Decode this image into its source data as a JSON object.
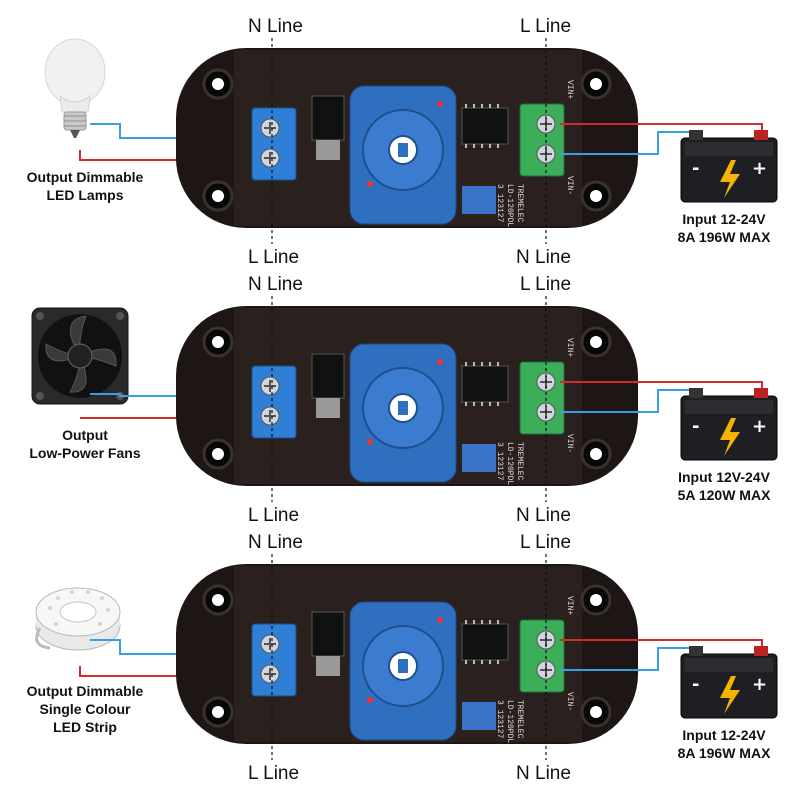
{
  "colors": {
    "case": "#1d1614",
    "pcb": "#2a211e",
    "pot_blue": "#2f6fc0",
    "terminal_blue": "#2f7fd6",
    "terminal_green": "#3cae5a",
    "wire_red": "#d42a2a",
    "wire_blue": "#3a9ee0",
    "bolt": "#f4b400"
  },
  "icons": [
    "led-bulb-icon",
    "cooling-fan-icon",
    "led-strip-reel-icon",
    "battery-icon",
    "potentiometer-knob"
  ],
  "panels": [
    {
      "top_label": "N Line",
      "top_label_right": "L Line",
      "bottom_label": "L Line",
      "bottom_label_right": "N Line",
      "output_line1": "Output Dimmable",
      "output_line2": "LED Lamps",
      "output_line3": "",
      "input_line1": "Input 12-24V",
      "input_line2": "8A 196W MAX"
    },
    {
      "top_label": "N Line",
      "top_label_right": "L Line",
      "bottom_label": "L Line",
      "bottom_label_right": "N Line",
      "output_line1": "Output",
      "output_line2": "Low-Power Fans",
      "output_line3": "",
      "input_line1": "Input 12V-24V",
      "input_line2": "5A 120W MAX"
    },
    {
      "top_label": "N Line",
      "top_label_right": "L Line",
      "bottom_label": "L Line",
      "bottom_label_right": "N Line",
      "output_line1": "Output Dimmable",
      "output_line2": "Single Colour",
      "output_line3": "LED Strip",
      "input_line1": "Input 12-24V",
      "input_line2": "8A 196W MAX"
    }
  ],
  "board": {
    "brand": "TREMELEC",
    "model": "LD-120PDL",
    "code": "3 123127",
    "terminal_plus": "VIN+",
    "terminal_minus": "VIN-",
    "minus_sign": "-",
    "plus_sign": "+"
  }
}
